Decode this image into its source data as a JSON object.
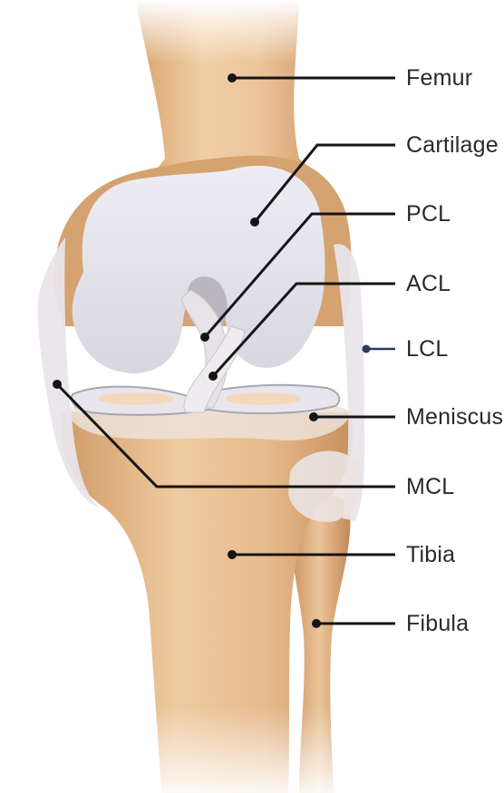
{
  "diagram": {
    "labels": [
      {
        "id": "femur",
        "text": "Femur"
      },
      {
        "id": "cartilage",
        "text": "Cartilage"
      },
      {
        "id": "pcl",
        "text": "PCL"
      },
      {
        "id": "acl",
        "text": "ACL"
      },
      {
        "id": "lcl",
        "text": "LCL"
      },
      {
        "id": "meniscus",
        "text": "Meniscus"
      },
      {
        "id": "mcl",
        "text": "MCL"
      },
      {
        "id": "tibia",
        "text": "Tibia"
      },
      {
        "id": "fibula",
        "text": "Fibula"
      }
    ],
    "colors": {
      "bone": "#e2b68a",
      "bone_shadow": "#c8935e",
      "cartilage": "#e4e2ec",
      "ligament": "#ece8ea",
      "leader_line": "#151515",
      "lcl_leader": "#2d3a5e"
    }
  }
}
